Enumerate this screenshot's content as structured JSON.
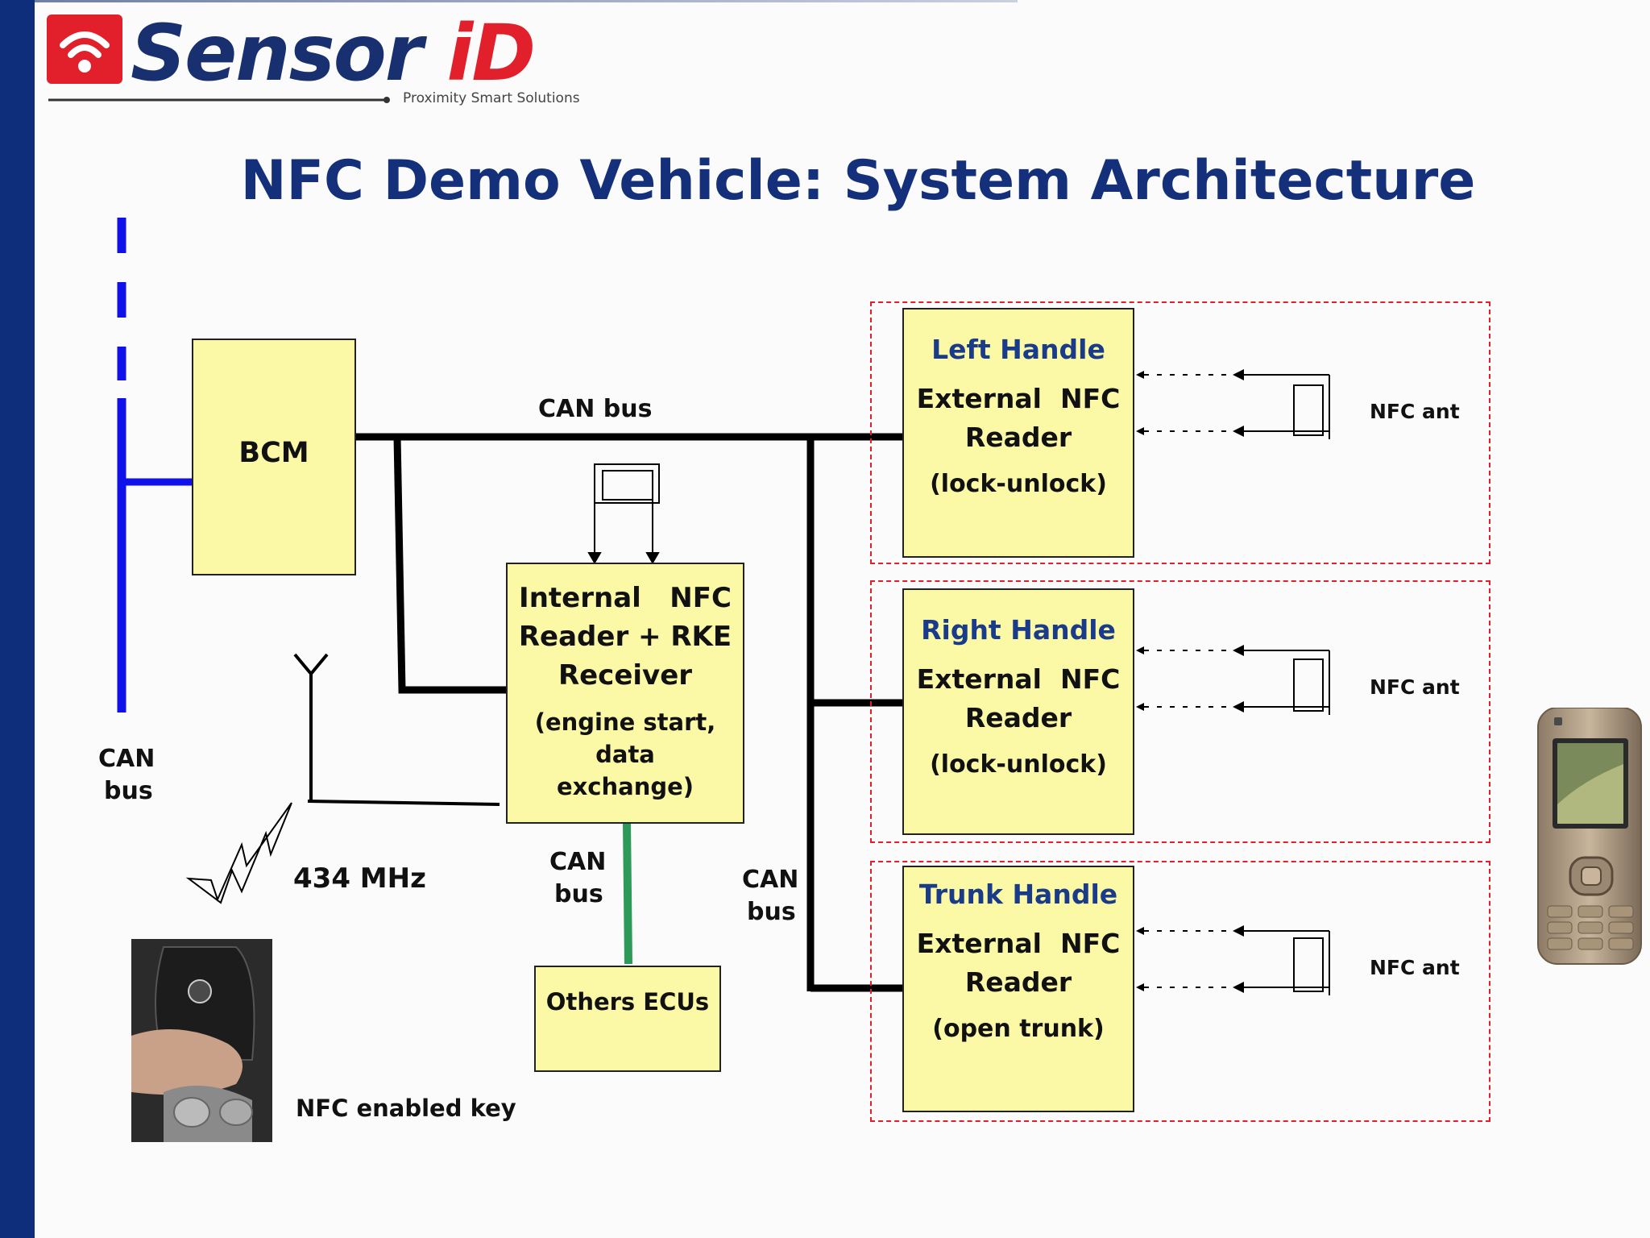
{
  "logo": {
    "brand_main": "Sensor",
    "brand_accent": "iD",
    "tagline": "Proximity Smart Solutions"
  },
  "slide": {
    "title": "NFC Demo Vehicle: System Architecture"
  },
  "diagram": {
    "bcm": {
      "label": "BCM"
    },
    "can_bus_top_label": "CAN bus",
    "can_bus_left_label_line1": "CAN",
    "can_bus_left_label_line2": "bus",
    "can_bus_mid_label_line1": "CAN",
    "can_bus_mid_label_line2": "bus",
    "can_bus_right_label_line1": "CAN",
    "can_bus_right_label_line2": "bus",
    "internal_reader": {
      "line1": "Internal   NFC",
      "line2": "Reader + RKE",
      "line3": "Receiver",
      "note_line1": "(engine start, data",
      "note_line2": "exchange)"
    },
    "others_ecus": {
      "label": "Others ECUs"
    },
    "rf_label": "434 MHz",
    "key_label": "NFC enabled key",
    "handles": [
      {
        "title": "Left Handle",
        "line1": "External  NFC",
        "line2": "Reader",
        "note": "(lock-unlock)",
        "antenna_label": "NFC ant"
      },
      {
        "title": "Right Handle",
        "line1": "External  NFC",
        "line2": "Reader",
        "note": "(lock-unlock)",
        "antenna_label": "NFC ant"
      },
      {
        "title": "Trunk Handle",
        "line1": "External  NFC",
        "line2": "Reader",
        "note": "(open trunk)",
        "antenna_label": "NFC ant"
      }
    ]
  },
  "colors": {
    "title": "#14307a",
    "box_fill": "#fbf8a6",
    "can_bus_blue": "#1010e8",
    "ecu_link_green": "#2e9a5a",
    "frame_red": "#e0202a",
    "sidebar": "#0e2d7a"
  },
  "icons": [
    "wifi-logo-icon",
    "antenna-icon",
    "lightning-signal-icon",
    "nfc-antenna-icon",
    "key-fob-image",
    "mobile-phone-image"
  ]
}
